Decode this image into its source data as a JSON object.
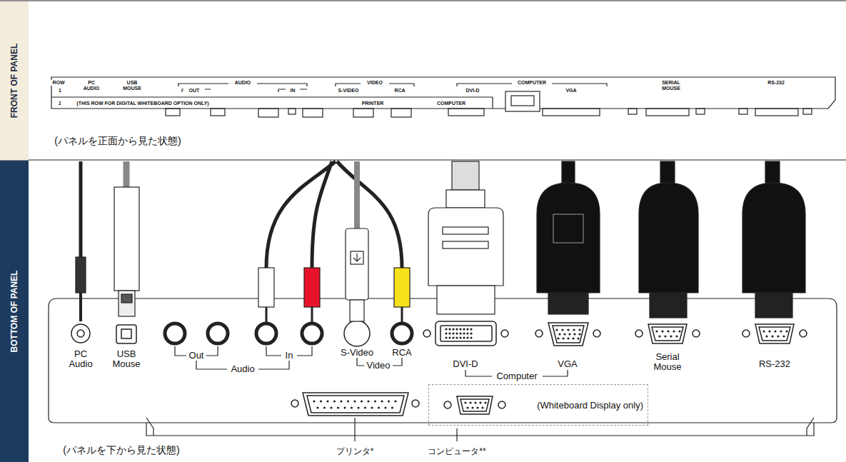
{
  "diagram": {
    "nodes": [
      {
        "text": [
          "FRONT OF PANEL"
        ]
      },
      {
        "text": [
          "BOTTOM OF PANEL"
        ]
      },
      {
        "text": [
          "(Whiteboard Display only)"
        ]
      }
    ],
    "labels": [
      "ROW",
      "1",
      "2",
      "(THIS ROW FOR DIGITAL WHITEBOARD OPTION ONLY)",
      "PC AUDIO",
      "USB MOUSE",
      "AUDIO",
      "OUT",
      "IN",
      "VIDEO",
      "S-VIDEO",
      "RCA",
      "COMPUTER",
      "DVI-D",
      "VGA",
      "SERIAL MOUSE",
      "RS-232",
      "PRINTER",
      "COMPUTER",
      "(パネルを正面から見た状態)",
      "PC Audio",
      "USB Mouse",
      "Out",
      "In",
      "Audio",
      "S-Video",
      "RCA",
      "Video",
      "DVI-D",
      "Computer",
      "VGA",
      "Serial Mouse",
      "RS-232",
      "(パネルを下から見た状態)",
      "プリンタ*",
      "コンピュータ**"
    ]
  }
}
